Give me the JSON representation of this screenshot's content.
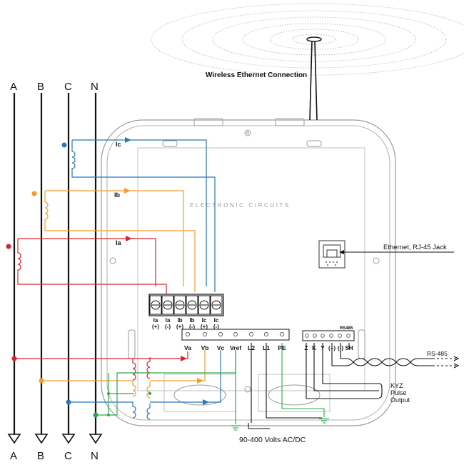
{
  "wireless_label": "Wireless Ethernet Connection",
  "board_label": "ELECTRONIC CIRCUITS",
  "ethernet_label": "Ethernet, RJ-45 Jack",
  "rs485_line_label": "RS-485",
  "rs485_header": "RS485",
  "supply_label": "90-400 Volts AC/DC",
  "kyz_label": [
    "KYZ",
    "Pulse",
    "Output"
  ],
  "phases": [
    "A",
    "B",
    "C",
    "N"
  ],
  "ct_labels": [
    "Ic",
    "Ib",
    "Ia"
  ],
  "ct_terminals": [
    {
      "name": "Ia",
      "pol": "(+)"
    },
    {
      "name": "Ia",
      "pol": "(-)"
    },
    {
      "name": "Ib",
      "pol": "(+)"
    },
    {
      "name": "Ib",
      "pol": "(-)"
    },
    {
      "name": "Ic",
      "pol": "(+)"
    },
    {
      "name": "Ic",
      "pol": "(-)"
    }
  ],
  "voltage_terminals": [
    "Va",
    "Vb",
    "Vc",
    "Vref",
    "L2",
    "L1",
    "PE"
  ],
  "comm_terminals": [
    "Z",
    "K",
    "Y",
    "(+)",
    "(-)",
    "SH"
  ],
  "colors": {
    "phase_a": "#d9232e",
    "phase_b": "#f39c32",
    "phase_c": "#2a78b8",
    "neutral": "#2ca84a",
    "black": "#111111",
    "outline": "#9a9a9a"
  }
}
